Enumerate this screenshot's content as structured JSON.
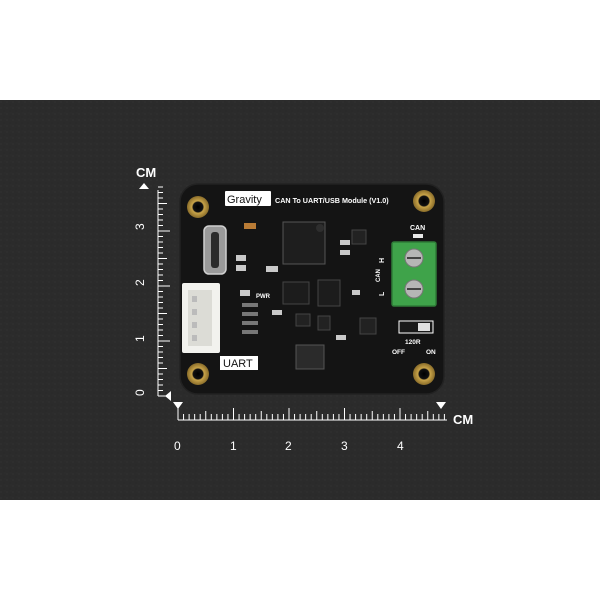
{
  "ruler": {
    "unit": "CM",
    "vertical_ticks": [
      "3",
      "2",
      "1",
      "0"
    ],
    "horizontal_ticks": [
      "0",
      "1",
      "2",
      "3",
      "4"
    ]
  },
  "board": {
    "brand": "Gravity",
    "title": "CAN To UART/USB Module (V1.0)",
    "uart_label": "UART",
    "pwr_label": "PWR",
    "can_label": "CAN",
    "h_label": "H",
    "l_label": "L",
    "can_side_label": "CAN",
    "resistor_label": "120R",
    "off_label": "OFF",
    "on_label": "ON",
    "colors": {
      "background": "#2a2a2a",
      "pcb": "#151515",
      "terminal": "#3fa34a",
      "gold": "#b8963e",
      "connector": "#f2f2ee"
    }
  }
}
